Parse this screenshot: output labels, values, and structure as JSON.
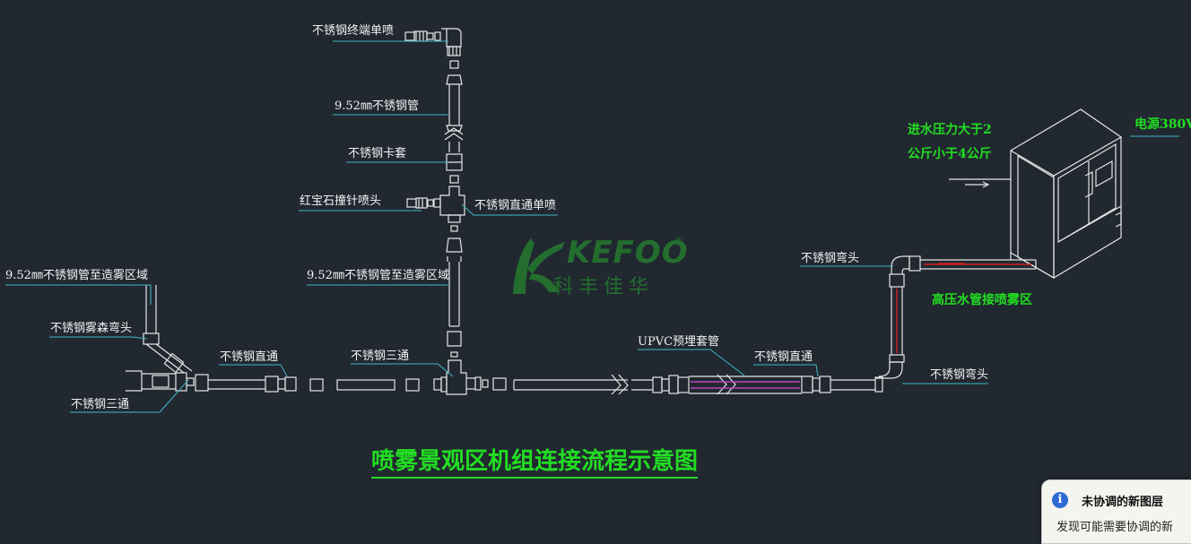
{
  "labels": {
    "end_nozzle": "不锈钢终端单喷",
    "pipe_952_top": "9.52㎜不锈钢管",
    "ferrule": "不锈钢卡套",
    "ruby_nozzle": "红宝石撞针喷头",
    "straight_nozzle": "不锈钢直通单喷",
    "pipe_952_mid": "9.52㎜不锈钢管至造雾区域",
    "pipe_952_left": "9.52㎜不锈钢管至造雾区域",
    "elbow_left": "不锈钢雾森弯头",
    "tee_left": "不锈钢三通",
    "straight_1": "不锈钢直通",
    "tee_mid": "不锈钢三通",
    "upvc": "UPVC预埋套管",
    "straight_2": "不锈钢直通",
    "elbow_upper": "不锈钢弯头",
    "elbow_lower": "不锈钢弯头",
    "inlet_line1": "进水压力大于2",
    "inlet_line2": "公斤小于4公斤",
    "power": "电源380V",
    "hp_pipe": "高压水管接喷雾区"
  },
  "title": "喷雾景观区机组连接流程示意图",
  "logo": {
    "word": "KEFOO",
    "reg": "®",
    "cn": "科丰佳华"
  },
  "notification": {
    "icon": "info-icon",
    "title": "未协调的新图层",
    "body": "发现可能需要协调的新"
  },
  "colors": {
    "background": "#212830",
    "line": "#e6e6e6",
    "leader": "#3fb8c8",
    "green_text": "#22dd22",
    "red_pipe": "#d02020",
    "magenta_pipe": "#c040c0",
    "logo": "#236e2e"
  }
}
